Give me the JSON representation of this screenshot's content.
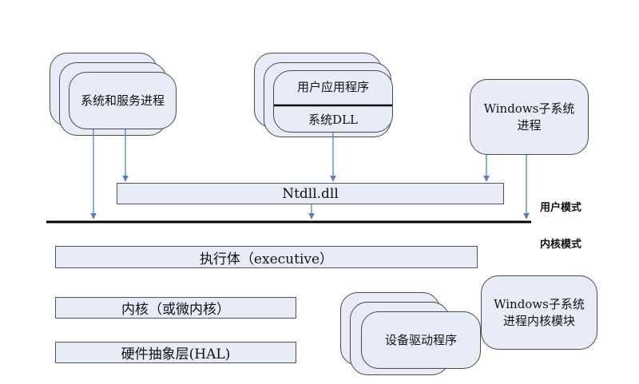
{
  "modes": {
    "user": "用户模式",
    "kernel": "内核模式"
  },
  "user_space": {
    "sys_services": "系统和服务进程",
    "user_app": "用户应用程序",
    "sys_dll": "系统DLL",
    "win_subsystem": "Windows子系统\n进程"
  },
  "ntdll": "Ntdll.dll",
  "kernel_space": {
    "executive": "执行体（executive）",
    "kernel": "内核（或微内核）",
    "hal": "硬件抽象层(HAL)",
    "drivers": "设备驱动程序",
    "win_kernel_module": "Windows子系统\n进程内核模块"
  },
  "colors": {
    "box_fill": "#e8ecf7",
    "arrow": "#5b7fb8",
    "divider": "#000000"
  }
}
